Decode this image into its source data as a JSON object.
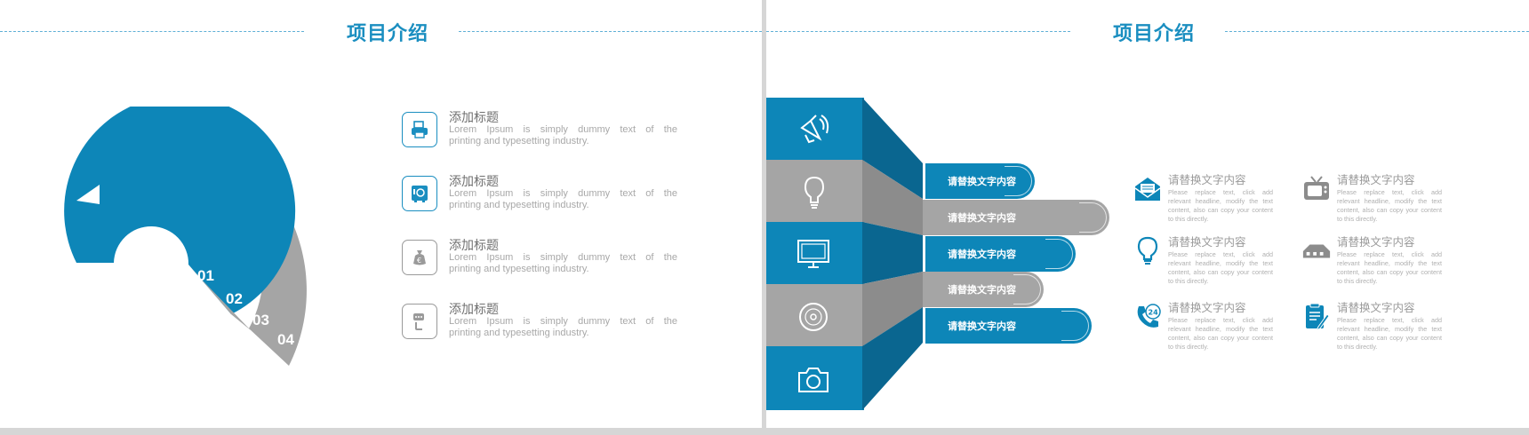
{
  "left_slide": {
    "title": "项目介绍",
    "segments": [
      "01",
      "02",
      "03",
      "04"
    ],
    "items": [
      {
        "title": "添加标题",
        "desc_line1": "Lorem Ipsum is simply dummy text of the",
        "desc_line2": "printing and typesetting industry.",
        "icon": "printer-icon"
      },
      {
        "title": "添加标题",
        "desc_line1": "Lorem Ipsum is simply dummy text of the",
        "desc_line2": "printing and typesetting industry.",
        "icon": "safe-icon"
      },
      {
        "title": "添加标题",
        "desc_line1": "Lorem Ipsum is simply dummy text of the",
        "desc_line2": "printing and typesetting industry.",
        "icon": "money-bag-icon"
      },
      {
        "title": "添加标题",
        "desc_line1": "Lorem Ipsum is simply dummy text of the",
        "desc_line2": "printing and typesetting industry.",
        "icon": "chat-phone-icon"
      }
    ]
  },
  "right_slide": {
    "title": "项目介绍",
    "bars": [
      {
        "icon": "speaker-icon"
      },
      {
        "icon": "lightbulb-icon"
      },
      {
        "icon": "monitor-icon"
      },
      {
        "icon": "disc-icon"
      },
      {
        "icon": "camera-icon"
      }
    ],
    "tabs": [
      "请替换文字内容",
      "请替换文字内容",
      "请替换文字内容",
      "请替换文字内容",
      "请替换文字内容"
    ],
    "features": [
      {
        "title": "请替换文字内容",
        "desc": "Please replace text, click add relevant headline, modify the text content, also can copy your content to this directly.",
        "icon": "envelope-icon"
      },
      {
        "title": "请替换文字内容",
        "desc": "Please replace text, click add relevant headline, modify the text content, also can copy your content to this directly.",
        "icon": "tv-icon"
      },
      {
        "title": "请替换文字内容",
        "desc": "Please replace text, click add relevant headline, modify the text content, also can copy your content to this directly.",
        "icon": "lightbulb-icon"
      },
      {
        "title": "请替换文字内容",
        "desc": "Please replace text, click add relevant headline, modify the text content, also can copy your content to this directly.",
        "icon": "house-icon"
      },
      {
        "title": "请替换文字内容",
        "desc": "Please replace text, click add relevant headline, modify the text content, also can copy your content to this directly.",
        "icon": "phone-24-icon"
      },
      {
        "title": "请替换文字内容",
        "desc": "Please replace text, click add relevant headline, modify the text content, also can copy your content to this directly.",
        "icon": "document-pen-icon"
      }
    ]
  },
  "colors": {
    "blue": "#0d86b8",
    "title_blue": "#1a8ec0",
    "gray": "#a5a5a5",
    "dark_blue": "#0a6690",
    "dark_gray": "#8c8c8c"
  }
}
